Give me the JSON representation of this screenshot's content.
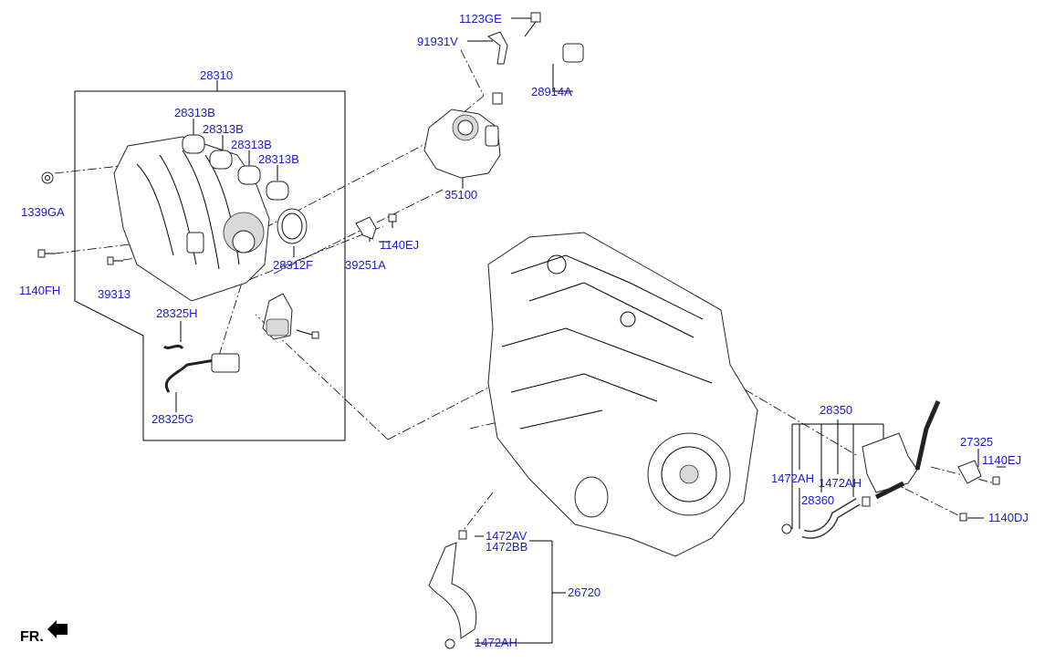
{
  "callouts": {
    "c1123GE": "1123GE",
    "c91931V": "91931V",
    "c28914A": "28914A",
    "c28310": "28310",
    "c28313B_1": "28313B",
    "c28313B_2": "28313B",
    "c28313B_3": "28313B",
    "c28313B_4": "28313B",
    "c35100": "35100",
    "c1339GA": "1339GA",
    "c1140EJ_a": "1140EJ",
    "c1140FH": "1140FH",
    "c28312F": "28312F",
    "c39251A": "39251A",
    "c39313": "39313",
    "c28325H": "28325H",
    "c28325G": "28325G",
    "c28350": "28350",
    "c27325": "27325",
    "c1472AH_1": "1472AH",
    "c1472AH_2": "1472AH",
    "c1140EJ_b": "1140EJ",
    "c28360": "28360",
    "c1140DJ": "1140DJ",
    "c1472AV": "1472AV",
    "c1472BB": "1472BB",
    "c26720": "26720",
    "c1472AH_3": "1472AH"
  },
  "orientation": {
    "label": "FR."
  }
}
